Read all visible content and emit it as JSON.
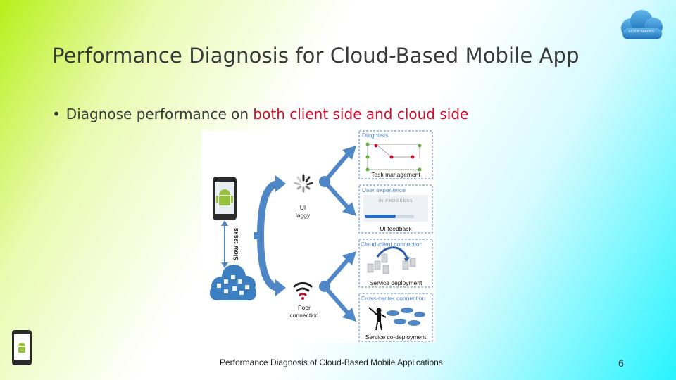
{
  "slide": {
    "title": "Performance Diagnosis for Cloud-Based Mobile App",
    "bullet": {
      "prefix": "Diagnose performance on ",
      "highlight": "both client side and cloud side"
    },
    "footer": "Performance Diagnosis of Cloud-Based Mobile Applications",
    "page_number": "6"
  },
  "figure": {
    "slow_tasks": "Slow tasks",
    "ui_laggy_line1": "UI",
    "ui_laggy_line2": "laggy",
    "poor_connection_line1": "Poor",
    "poor_connection_line2": "connection",
    "panels": [
      {
        "title": "Diagnosis",
        "caption": "Task management"
      },
      {
        "title": "User experience",
        "caption": "UI feedback",
        "progress_text": "IN PROGRESS"
      },
      {
        "title": "Cloud-client connection",
        "caption": "Service deployment"
      },
      {
        "title": "Cross-center connection",
        "caption": "Service co-deployment"
      }
    ]
  },
  "colors": {
    "arrow": "#4f86c6",
    "panel_title": "#4f86c6",
    "highlight": "#c8102e",
    "android": "#97c03e"
  },
  "logo": {
    "text": "CLOUD SERVICE"
  }
}
